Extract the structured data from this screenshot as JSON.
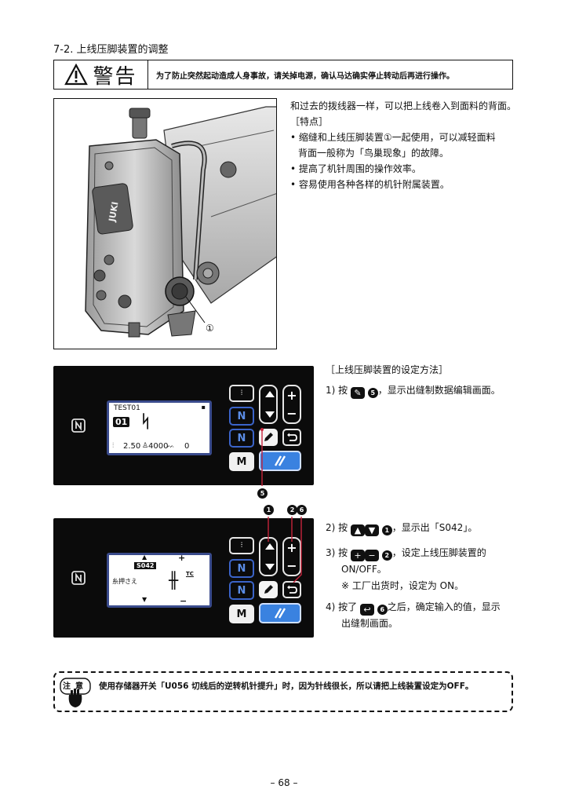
{
  "section_title": "7-2. 上线压脚装置的调整",
  "warning": {
    "label": "警告",
    "text": "为了防止突然起动造成人身事故，请关掉电源，确认马达确实停止转动后再进行操作。"
  },
  "photo": {
    "brand": "JUKI",
    "callout": "①"
  },
  "intro": {
    "line1": "和过去的拨线器一样，可以把上线卷入到面料的背面。",
    "features_heading": "［特点］",
    "bullet1": "• 缩缝和上线压脚装置①一起使用，可以减轻面料",
    "bullet1_cont": "背面一般称为「鸟巢现象」的故障。",
    "bullet2": "• 提高了机针周围的操作效率。",
    "bullet3": "• 容易使用各种各样的机针附属装置。"
  },
  "setup": {
    "heading": "［上线压脚装置的设定方法］",
    "step1_prefix": "1) 按",
    "step1_badge": "5",
    "step1_suffix": "，显示出缝制数据编辑画面。",
    "step2_prefix": "2) 按",
    "step2_badge": "1",
    "step2_suffix": "，显示出「S042」。",
    "step3_prefix": "3) 按",
    "step3_badge": "2",
    "step3_suffix": "，设定上线压脚装置的",
    "step3_cont": "ON/OFF。",
    "step3_note": "※ 工厂出货时，设定为 ON。",
    "step4_prefix": "4) 按了",
    "step4_badge": "6",
    "step4_suffix": "之后，确定输入的值，显示",
    "step4_cont": "出缝制画面。"
  },
  "panel1": {
    "lcd_title": "TEST01",
    "lcd_pattern": "01",
    "lcd_bottom": "2.50",
    "lcd_speed": "4000",
    "lcd_count": "0",
    "m_label": "M",
    "callout": "5"
  },
  "panel2": {
    "lcd_code": "S042",
    "lcd_label": "糸押さえ",
    "lcd_symbol": "TC",
    "m_label": "M",
    "callouts": [
      "1",
      "2",
      "6"
    ]
  },
  "note": {
    "icon_top": "注",
    "icon_top2": "意",
    "text": "使用存储器开关「U056 切线后的逆转机针提升」时，因为针线很长，所以请把上线装置设定为OFF。"
  },
  "page_number": "– 68 –",
  "colors": {
    "panel_bg": "#0b0b0b",
    "lcd_border": "#3a4b8c",
    "blue_key": "#3a82e0"
  }
}
